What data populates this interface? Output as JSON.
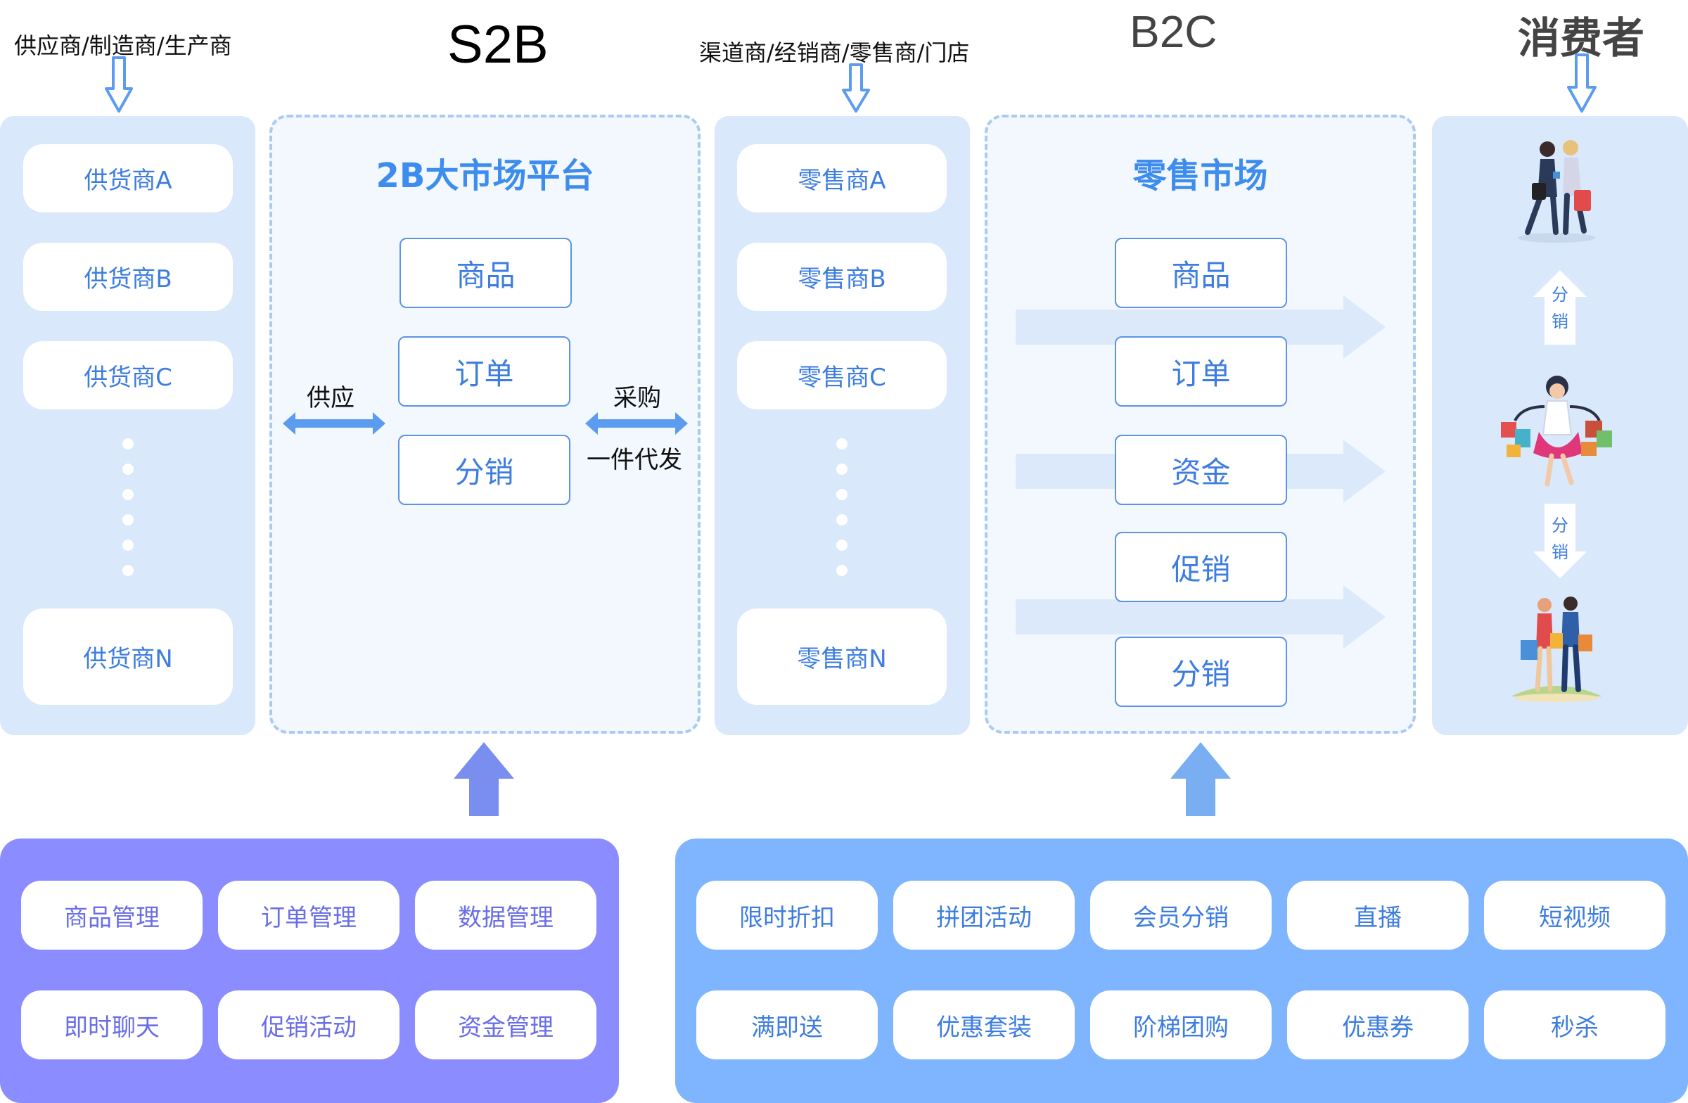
{
  "headers": {
    "supplier_label": "供应商/制造商/生产商",
    "s2b": "S2B",
    "channel_label": "渠道商/经销商/零售商/门店",
    "b2c": "B2C",
    "consumer": "消费者"
  },
  "suppliers": [
    "供货商A",
    "供货商B",
    "供货商C",
    "供货商N"
  ],
  "platform_2b": {
    "title": "2B大市场平台",
    "items": [
      "商品",
      "订单",
      "分销"
    ],
    "supply_label": "供应",
    "purchase_label": "采购",
    "dropship_label": "一件代发"
  },
  "retailers": [
    "零售商A",
    "零售商B",
    "零售商C",
    "零售商N"
  ],
  "retail_market": {
    "title": "零售市场",
    "items": [
      "商品",
      "订单",
      "资金",
      "促销",
      "分销"
    ]
  },
  "consumers": {
    "distribution_up": [
      "分",
      "销"
    ],
    "distribution_down": [
      "分",
      "销"
    ]
  },
  "s2b_features": [
    "商品管理",
    "订单管理",
    "数据管理",
    "即时聊天",
    "促销活动",
    "资金管理"
  ],
  "b2c_features": [
    "限时折扣",
    "拼团活动",
    "会员分销",
    "直播",
    "短视频",
    "满即送",
    "优惠套装",
    "阶梯团购",
    "优惠券",
    "秒杀"
  ],
  "colors": {
    "accent_blue": "#3d7de0",
    "panel_blue": "#d9e8fb",
    "purple": "#8a8cff",
    "light_blue": "#7fb4ff",
    "arrow_blue": "#7aaef3"
  },
  "icons": {
    "down_arrow": "down-arrow-icon",
    "double_arrow": "double-arrow-icon",
    "up_arrow": "up-arrow-icon",
    "flow_arrow": "flow-arrow-icon"
  }
}
